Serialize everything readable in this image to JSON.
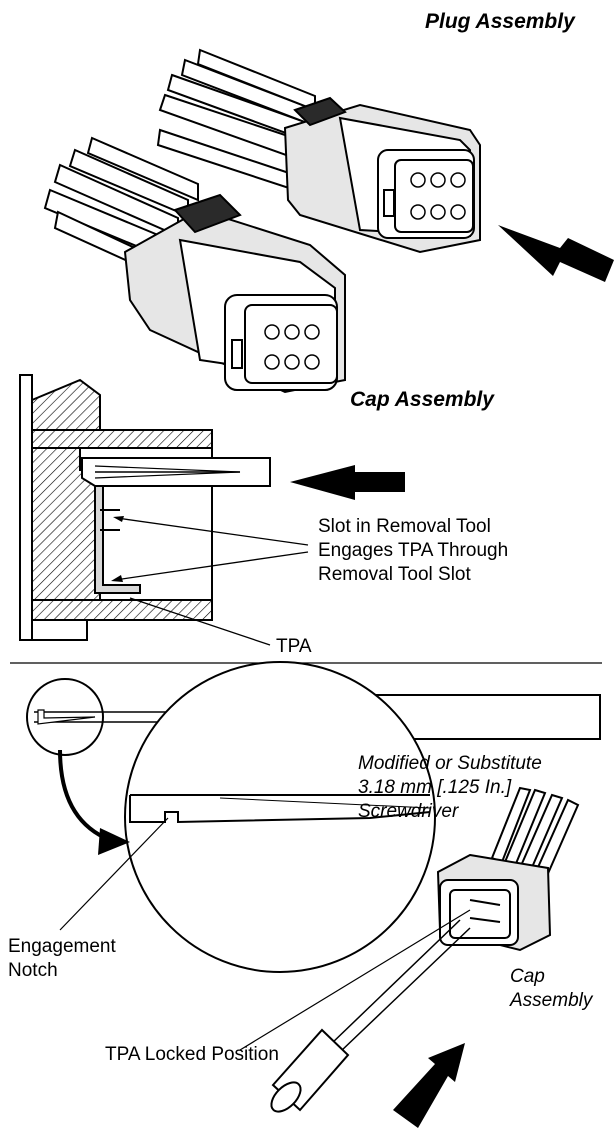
{
  "labels": {
    "plug_assembly": "Plug Assembly",
    "cap_assembly_top": "Cap Assembly",
    "slot_note": [
      "Slot in Removal Tool",
      "Engages TPA Through",
      "Removal Tool Slot"
    ],
    "tpa": "TPA",
    "screwdriver_note": [
      "Modified or Substitute",
      "3.18 mm  [.125 In.]",
      "Screwdriver"
    ],
    "engagement_notch": [
      "Engagement",
      "Notch"
    ],
    "cap_assembly_bottom": [
      "Cap",
      "Assembly"
    ],
    "tpa_locked": "TPA Locked Position"
  },
  "colors": {
    "line": "#000000",
    "fill_dark": "#1a1a1a",
    "fill_light": "#ffffff",
    "gray": "#d8d8d8"
  }
}
